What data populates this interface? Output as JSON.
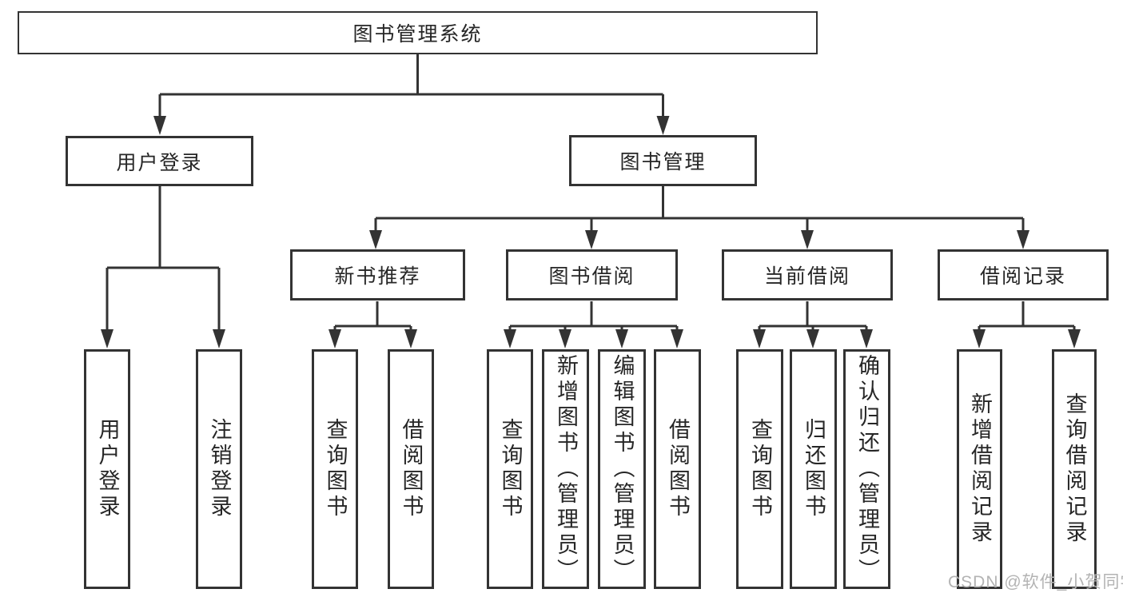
{
  "tree": {
    "label": "图书管理系统",
    "children": [
      {
        "label": "用户登录",
        "children": [
          {
            "label": "用户登录"
          },
          {
            "label": "注销登录"
          }
        ]
      },
      {
        "label": "图书管理",
        "children": [
          {
            "label": "新书推荐",
            "children": [
              {
                "label": "查询图书"
              },
              {
                "label": "借阅图书"
              }
            ]
          },
          {
            "label": "图书借阅",
            "children": [
              {
                "label": "查询图书"
              },
              {
                "label": "新增图书（管理员）"
              },
              {
                "label": "编辑图书（管理员）"
              },
              {
                "label": "借阅图书"
              }
            ]
          },
          {
            "label": "当前借阅",
            "children": [
              {
                "label": "查询图书"
              },
              {
                "label": "归还图书"
              },
              {
                "label": "确认归还（管理员）"
              }
            ]
          },
          {
            "label": "借阅记录",
            "children": [
              {
                "label": "新增借阅记录"
              },
              {
                "label": "查询借阅记录"
              }
            ]
          }
        ]
      }
    ]
  },
  "watermark": "CSDN @软件_小贺同学",
  "colors": {
    "line": "#333333",
    "text": "#262626",
    "box_background": "#ffffff",
    "page_background": "#ffffff",
    "watermark": "#b3b3b3"
  }
}
